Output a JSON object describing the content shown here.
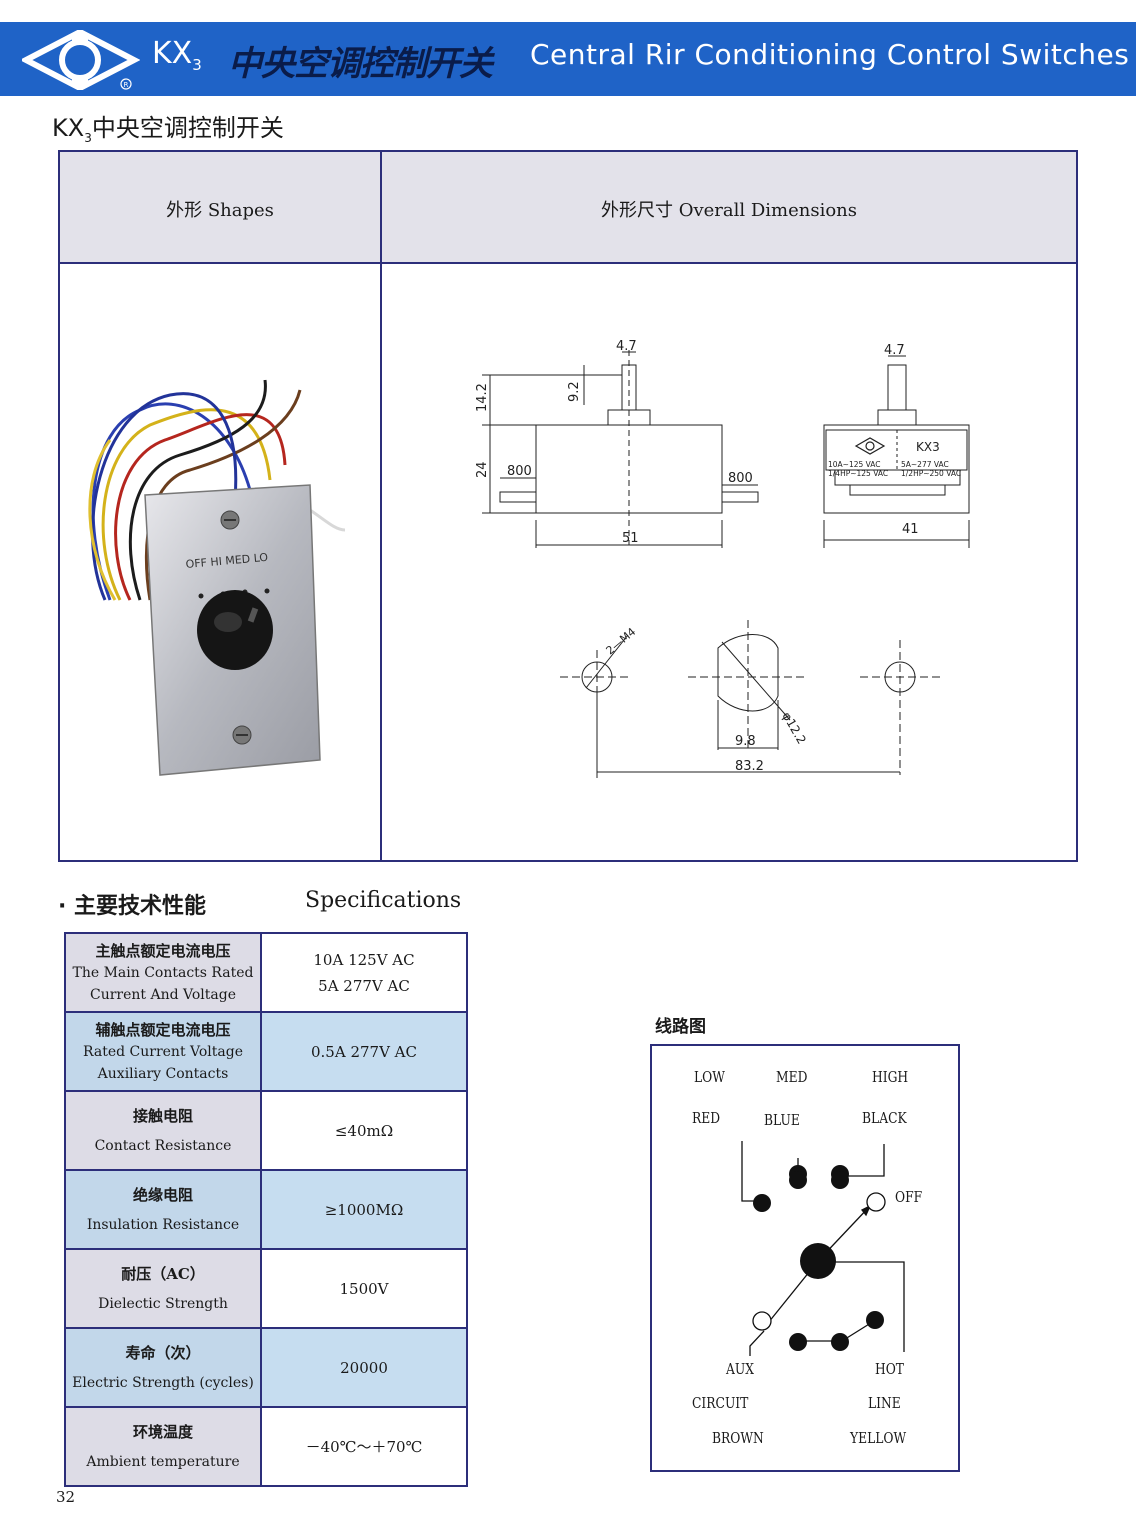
{
  "banner": {
    "model": "KX",
    "model_sub": "3",
    "title_cn": "中央空调控制开关",
    "title_en": "Central Rir Conditioning Control Switches",
    "brand_color": "#1f63c7"
  },
  "subtitle": {
    "model": "KX",
    "model_sub": "3",
    "text": "中央空调控制开关"
  },
  "dim_table": {
    "col1_header": "外形  Shapes",
    "col2_header": "外形尺寸  Overall  Dimensions"
  },
  "photo": {
    "position_labels": "OFF  HI  MED  LO"
  },
  "drawing": {
    "shaft_width": "4.7",
    "shaft_height": "9.2",
    "total_top": "14.2",
    "body_height": "24",
    "wire_left": "800",
    "wire_right": "800",
    "body_width": "51",
    "side_shaft": "4.7",
    "side_width": "41",
    "side_model": "KX3",
    "side_rating_1": "10A~125  VAC",
    "side_rating_2": "1/4HP~125 VAC",
    "side_rating_3": "5A~277  VAC",
    "side_rating_4": "1/2HP~250  VAC",
    "holes_label": "2—M4",
    "hole_dia": "φ12.2",
    "flat_width": "9.8",
    "hole_spacing": "83.2"
  },
  "specs_title_cn": "· 主要技术性能",
  "specs_title_en": "Specifications",
  "specs": [
    {
      "cn": "主触点额定电流电压",
      "en1": "The  Main  Contacts  Rated",
      "en2": "Current  And  Voltage",
      "v1": "10A  125V  AC",
      "v2": "5A  277V  AC"
    },
    {
      "cn": "辅触点额定电流电压",
      "en1": "Rated  Current  Voltage",
      "en2": "Auxiliary  Contacts",
      "v1": "0.5A  277V  AC",
      "v2": ""
    },
    {
      "cn": "接触电阻",
      "en1": "Contact  Resistance",
      "en2": "",
      "v1": "≤40mΩ",
      "v2": ""
    },
    {
      "cn": "绝缘电阻",
      "en1": "Insulation  Resistance",
      "en2": "",
      "v1": "≥1000MΩ",
      "v2": ""
    },
    {
      "cn": "耐压（AC）",
      "en1": "Dielectic  Strength",
      "en2": "",
      "v1": "1500V",
      "v2": ""
    },
    {
      "cn": "寿命（次）",
      "en1": "Electric  Strength  (cycles)",
      "en2": "",
      "v1": "20000",
      "v2": ""
    },
    {
      "cn": "环境温度",
      "en1": "Ambient  temperature",
      "en2": "",
      "v1": "－40℃～＋70℃",
      "v2": ""
    }
  ],
  "wiring": {
    "title": "线路图",
    "low": "LOW",
    "med": "MED",
    "high": "HIGH",
    "red": "RED",
    "blue": "BLUE",
    "black": "BLACK",
    "off": "OFF",
    "aux": "AUX",
    "hot": "HOT",
    "circuit": "CIRCUIT",
    "line": "LINE",
    "brown": "BROWN",
    "yellow": "YELLOW"
  },
  "page_number": "32"
}
